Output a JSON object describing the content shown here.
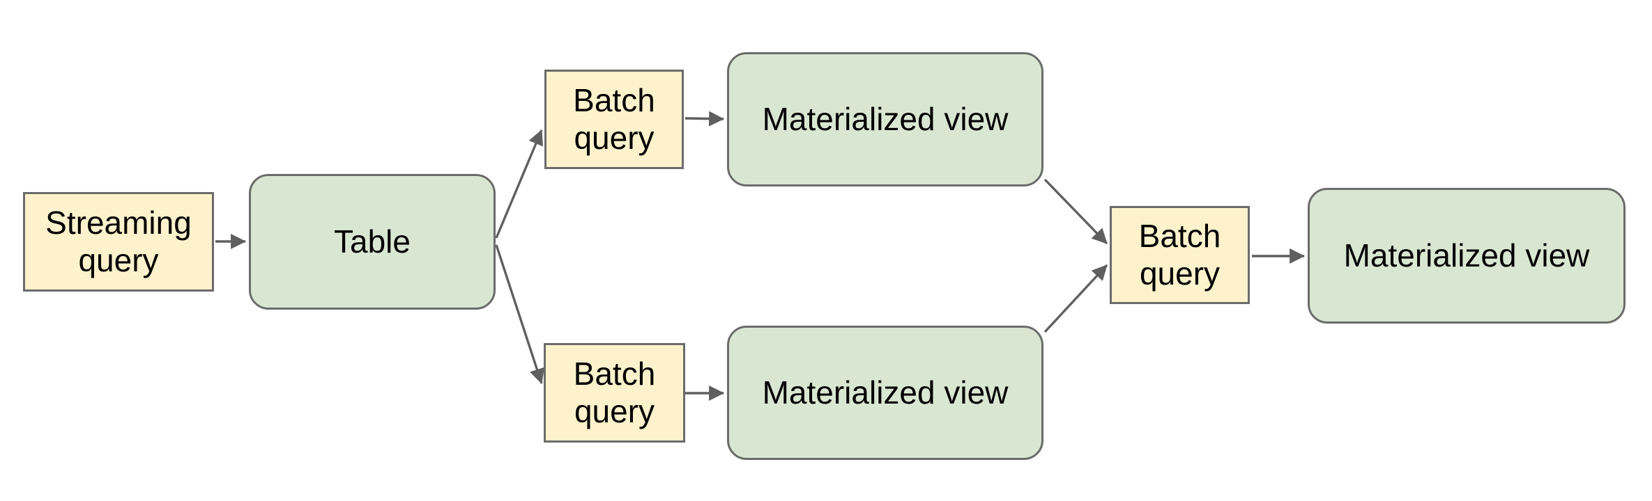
{
  "nodes": {
    "streaming_query": {
      "label": "Streaming query",
      "fill": "#fdf2cc",
      "shape": "rectangle"
    },
    "table": {
      "label": "Table",
      "fill": "#d9e7d2",
      "shape": "rounded"
    },
    "batch_query_top": {
      "label": "Batch query",
      "fill": "#fdf2cc",
      "shape": "rectangle"
    },
    "materialized_view_top": {
      "label": "Materialized view",
      "fill": "#d9e7d2",
      "shape": "rounded"
    },
    "batch_query_bottom": {
      "label": "Batch query",
      "fill": "#fdf2cc",
      "shape": "rectangle"
    },
    "materialized_view_bottom": {
      "label": "Materialized view",
      "fill": "#d9e7d2",
      "shape": "rounded"
    },
    "batch_query_right": {
      "label": "Batch query",
      "fill": "#fdf2cc",
      "shape": "rectangle"
    },
    "materialized_view_final": {
      "label": "Materialized view",
      "fill": "#d9e7d2",
      "shape": "rounded"
    }
  },
  "edges": [
    {
      "from": "streaming_query",
      "to": "table"
    },
    {
      "from": "table",
      "to": "batch_query_top"
    },
    {
      "from": "table",
      "to": "batch_query_bottom"
    },
    {
      "from": "batch_query_top",
      "to": "materialized_view_top"
    },
    {
      "from": "batch_query_bottom",
      "to": "materialized_view_bottom"
    },
    {
      "from": "materialized_view_top",
      "to": "batch_query_right"
    },
    {
      "from": "materialized_view_bottom",
      "to": "batch_query_right"
    },
    {
      "from": "batch_query_right",
      "to": "materialized_view_final"
    }
  ],
  "colors": {
    "yellow_fill": "#fdf2cc",
    "green_fill": "#d9e7d2",
    "border_color": "#6b6b6b",
    "arrow_color": "#5f5f5f",
    "text_color": "#000000",
    "canvas_bg": "#ffffff"
  }
}
